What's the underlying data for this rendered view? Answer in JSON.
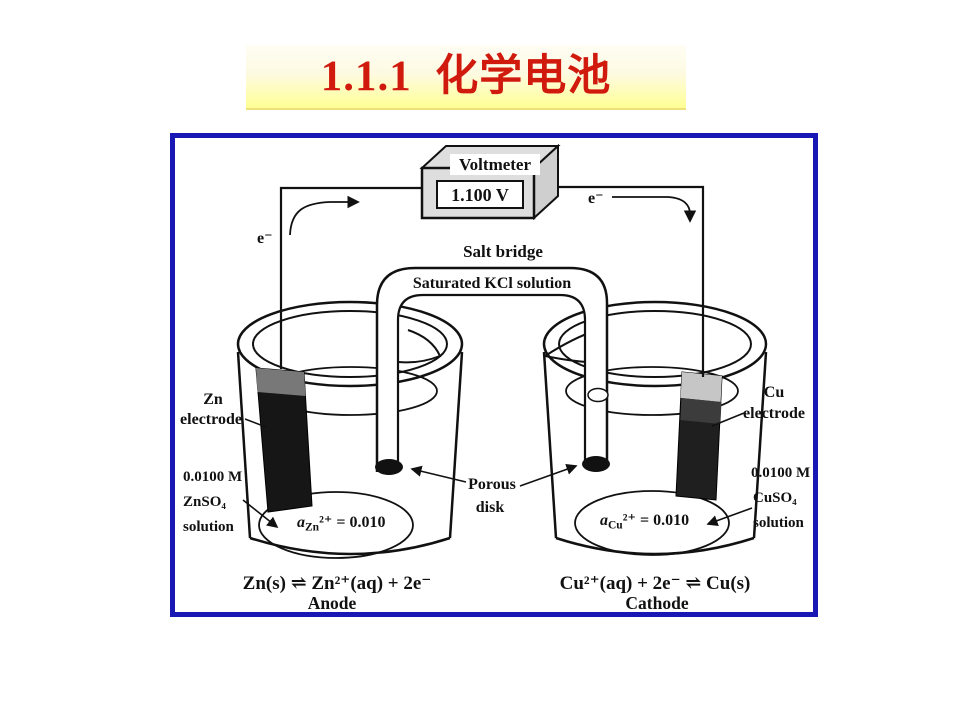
{
  "slide": {
    "title": "1.1.1  化学电池"
  },
  "colors": {
    "title_red": "#d11a0e",
    "banner_yellow": "#ffff94",
    "frame_blue": "#1a18b4",
    "ink": "#111111"
  },
  "voltmeter": {
    "name": "Voltmeter",
    "reading": "1.100 V"
  },
  "wires": {
    "electron_left": "e⁻",
    "electron_right": "e⁻"
  },
  "salt_bridge": {
    "title": "Salt bridge",
    "subtitle": "Saturated KCl solution"
  },
  "porous_disk": {
    "line1": "Porous",
    "line2": "disk"
  },
  "left_cell": {
    "electrode_line1": "Zn",
    "electrode_line2": "electrode",
    "solution_line1": "0.0100 M",
    "solution_line2": "ZnSO₄",
    "solution_line3": "solution",
    "activity_a": "a",
    "activity_sub": "Zn",
    "activity_rest": "²⁺ = 0.010",
    "half_reaction": "Zn(s) ⇌ Zn²⁺(aq) + 2e⁻",
    "role": "Anode"
  },
  "right_cell": {
    "electrode_line1": "Cu",
    "electrode_line2": "electrode",
    "solution_line1": "0.0100 M",
    "solution_line2": "CuSO₄",
    "solution_line3": "solution",
    "activity_a": "a",
    "activity_sub": "Cu",
    "activity_rest": "²⁺ = 0.010",
    "half_reaction": "Cu²⁺(aq) + 2e⁻ ⇌ Cu(s)",
    "role": "Cathode"
  }
}
